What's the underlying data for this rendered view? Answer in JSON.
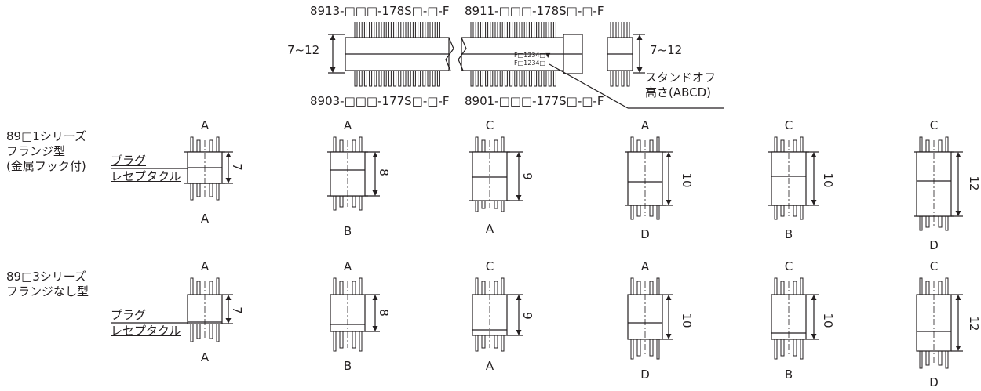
{
  "top_figure": {
    "pn_upper_left": "8913-□□□-178S□-□-F",
    "pn_upper_right": "8911-□□□-178S□-□-F",
    "pn_lower_left": "8903-□□□-177S□-□-F",
    "pn_lower_right": "8901-□□□-177S□-□-F",
    "height_range_left": "7~12",
    "height_range_right": "7~12",
    "marking_upper": "F□1234□▼",
    "marking_lower": "F□1234□",
    "standoff_line1": "スタンドオフ",
    "standoff_line2": "高さ(ABCD)"
  },
  "rows": [
    {
      "series_label": "89□1シリーズ\nフランジ型\n(金属フック付)",
      "plug_label": "プラグ",
      "receptacle_label": "レセプタクル",
      "variants": [
        {
          "top": "A",
          "bottom": "A",
          "height": "7"
        },
        {
          "top": "A",
          "bottom": "B",
          "height": "8"
        },
        {
          "top": "C",
          "bottom": "A",
          "height": "9"
        },
        {
          "top": "A",
          "bottom": "D",
          "height": "10"
        },
        {
          "top": "C",
          "bottom": "B",
          "height": "10"
        },
        {
          "top": "C",
          "bottom": "D",
          "height": "12"
        }
      ]
    },
    {
      "series_label": "89□3シリーズ\nフランジなし型",
      "plug_label": "プラグ",
      "receptacle_label": "レセプタクル",
      "variants": [
        {
          "top": "A",
          "bottom": "A",
          "height": "7"
        },
        {
          "top": "A",
          "bottom": "B",
          "height": "8"
        },
        {
          "top": "C",
          "bottom": "A",
          "height": "9"
        },
        {
          "top": "A",
          "bottom": "D",
          "height": "10"
        },
        {
          "top": "C",
          "bottom": "B",
          "height": "10"
        },
        {
          "top": "C",
          "bottom": "D",
          "height": "12"
        }
      ]
    }
  ]
}
